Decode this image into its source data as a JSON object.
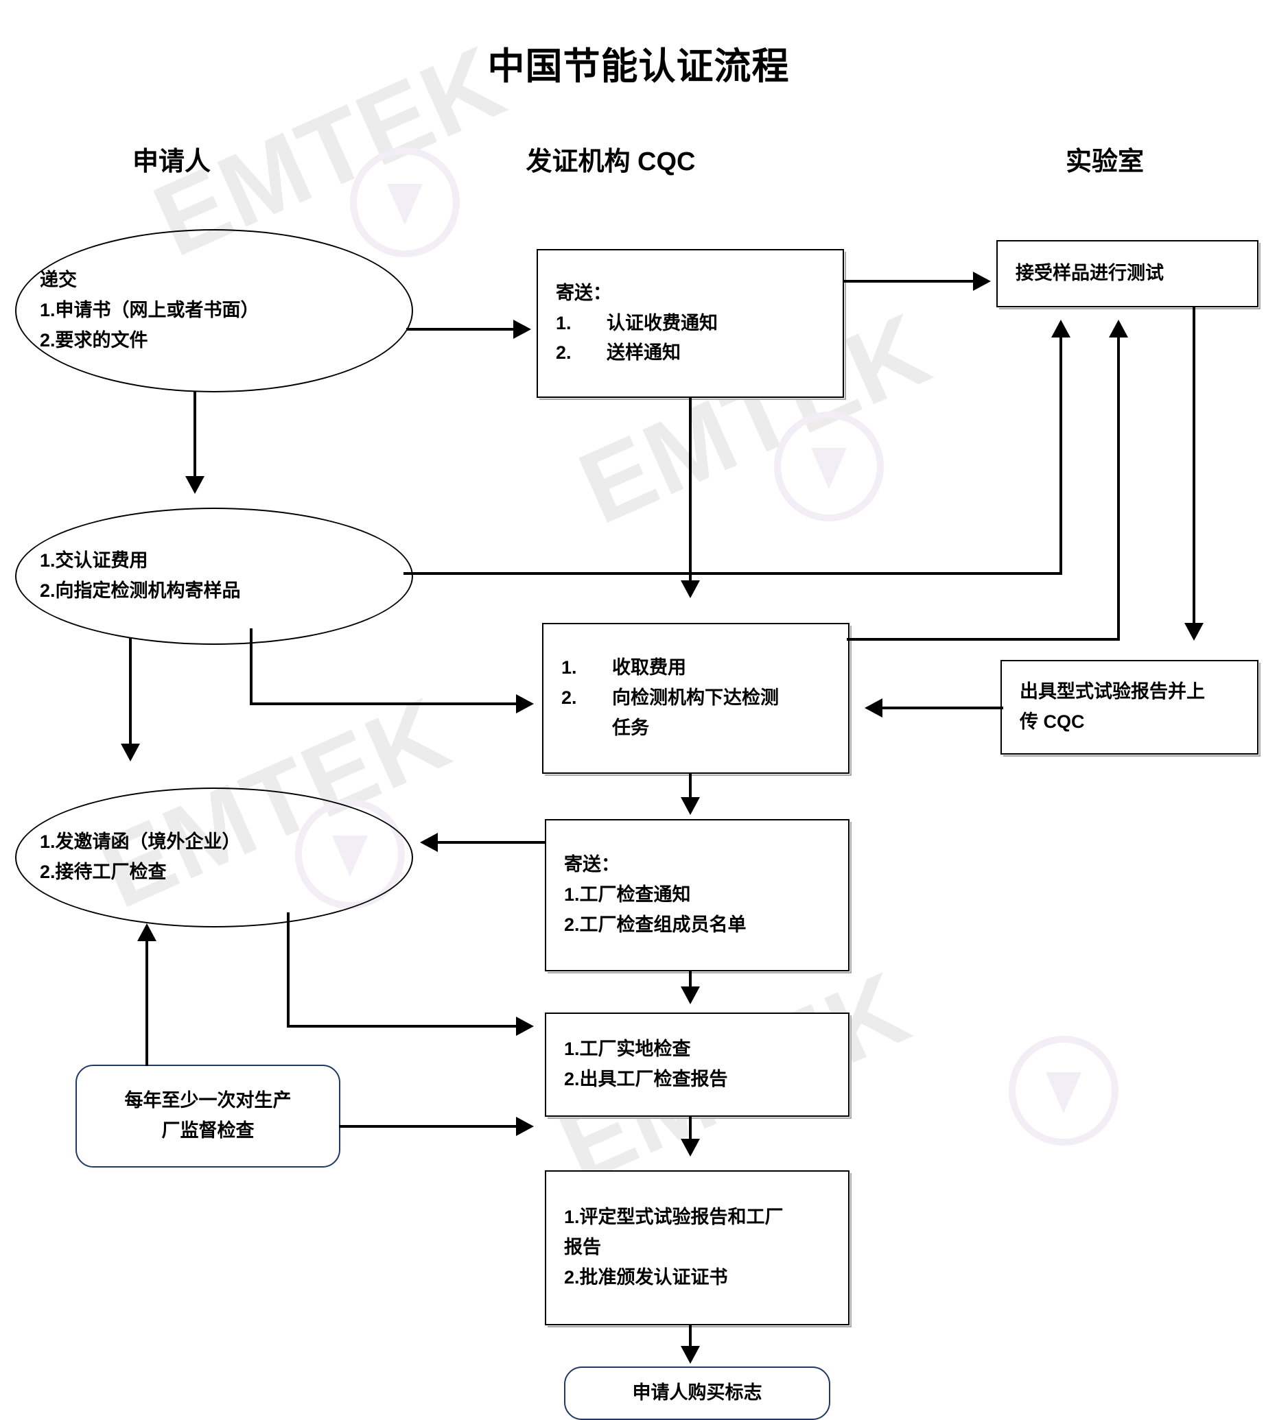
{
  "page": {
    "title": "中国节能认证流程",
    "watermark_text": "EMTEK"
  },
  "columns": [
    {
      "id": "applicant",
      "label": "申请人"
    },
    {
      "id": "cqc",
      "label": "发证机构 CQC"
    },
    {
      "id": "lab",
      "label": "实验室"
    }
  ],
  "colors": {
    "node_border": "#000000",
    "rounded_border": "#1f3864",
    "shadow": "#a8a8a8",
    "watermark": "#ececec",
    "watermark_ring": "#f3eef6",
    "background": "#ffffff",
    "text": "#000000"
  },
  "nodes": {
    "submit": {
      "shape": "ellipse",
      "column": "applicant",
      "lines": [
        "递交",
        "1.申请书（网上或者书面）",
        "2.要求的文件"
      ]
    },
    "send_notices": {
      "shape": "rect",
      "column": "cqc",
      "heading": "寄送：",
      "items": [
        {
          "num": "1.",
          "text": "认证收费通知"
        },
        {
          "num": "2.",
          "text": "送样通知"
        }
      ]
    },
    "receive_samples": {
      "shape": "rect",
      "column": "lab",
      "lines": [
        "接受样品进行测试"
      ]
    },
    "pay_and_send": {
      "shape": "ellipse",
      "column": "applicant",
      "lines": [
        "1.交认证费用",
        "2.向指定检测机构寄样品"
      ]
    },
    "collect_fee": {
      "shape": "rect",
      "column": "cqc",
      "items": [
        {
          "num": "1.",
          "text": "收取费用"
        },
        {
          "num": "2.",
          "text": "向检测机构下达检测"
        },
        {
          "num": "",
          "text": "任务"
        }
      ]
    },
    "issue_report": {
      "shape": "rect",
      "column": "lab",
      "lines": [
        "出具型式试验报告并上",
        "传 CQC"
      ]
    },
    "invite_and_host": {
      "shape": "ellipse",
      "column": "applicant",
      "lines": [
        "1.发邀请函（境外企业）",
        "2.接待工厂检查"
      ]
    },
    "send_inspection_notices": {
      "shape": "rect",
      "column": "cqc",
      "heading": "寄送：",
      "lines": [
        "1.工厂检查通知",
        "2.工厂检查组成员名单"
      ]
    },
    "factory_inspection": {
      "shape": "rect",
      "column": "cqc",
      "lines": [
        "1.工厂实地检查",
        "2.出具工厂检查报告"
      ]
    },
    "annual_supervision": {
      "shape": "rounded",
      "column": "applicant",
      "lines": [
        "每年至少一次对生产",
        "厂监督检查"
      ]
    },
    "evaluate_and_approve": {
      "shape": "rect",
      "column": "cqc",
      "lines": [
        "1.评定型式试验报告和工厂",
        "报告",
        "2.批准颁发认证证书"
      ]
    },
    "buy_mark": {
      "shape": "rounded",
      "column": "cqc",
      "lines": [
        "申请人购买标志"
      ]
    }
  },
  "flow_edges": [
    {
      "from": "submit",
      "to": "send_notices",
      "direction": "right"
    },
    {
      "from": "submit",
      "to": "pay_and_send",
      "direction": "down"
    },
    {
      "from": "send_notices",
      "to": "receive_samples",
      "direction": "right"
    },
    {
      "from": "send_notices",
      "to": "collect_fee",
      "direction": "down"
    },
    {
      "from": "pay_and_send",
      "to": "receive_samples",
      "direction": "right-up"
    },
    {
      "from": "pay_and_send",
      "to": "collect_fee",
      "direction": "right"
    },
    {
      "from": "pay_and_send",
      "to": "invite_and_host",
      "direction": "down"
    },
    {
      "from": "receive_samples",
      "to": "issue_report",
      "direction": "down"
    },
    {
      "from": "collect_fee",
      "to": "receive_samples",
      "direction": "right-up"
    },
    {
      "from": "issue_report",
      "to": "collect_fee",
      "direction": "left"
    },
    {
      "from": "collect_fee",
      "to": "send_inspection_notices",
      "direction": "down"
    },
    {
      "from": "send_inspection_notices",
      "to": "invite_and_host",
      "direction": "left"
    },
    {
      "from": "send_inspection_notices",
      "to": "factory_inspection",
      "direction": "down"
    },
    {
      "from": "invite_and_host",
      "to": "factory_inspection",
      "direction": "right-down"
    },
    {
      "from": "annual_supervision",
      "to": "invite_and_host",
      "direction": "up"
    },
    {
      "from": "annual_supervision",
      "to": "factory_inspection",
      "direction": "right"
    },
    {
      "from": "factory_inspection",
      "to": "evaluate_and_approve",
      "direction": "down"
    },
    {
      "from": "evaluate_and_approve",
      "to": "buy_mark",
      "direction": "down"
    }
  ]
}
